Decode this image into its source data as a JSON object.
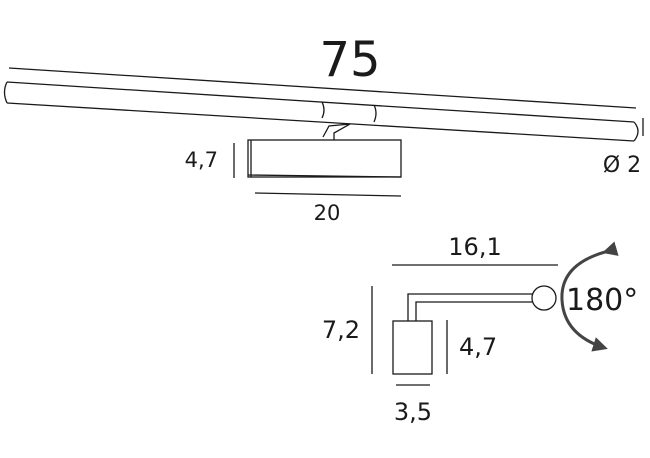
{
  "front_view": {
    "length_label": "75",
    "diameter_label": "Ø 2",
    "head_height_label": "4,7",
    "head_width_label": "20"
  },
  "side_view": {
    "reach_label": "16,1",
    "total_height_label": "7,2",
    "head_height_label": "4,7",
    "head_depth_label": "3,5",
    "rotation_label": "180°"
  },
  "colors": {
    "line": "#1a1a1a",
    "arrow": "#444444"
  }
}
